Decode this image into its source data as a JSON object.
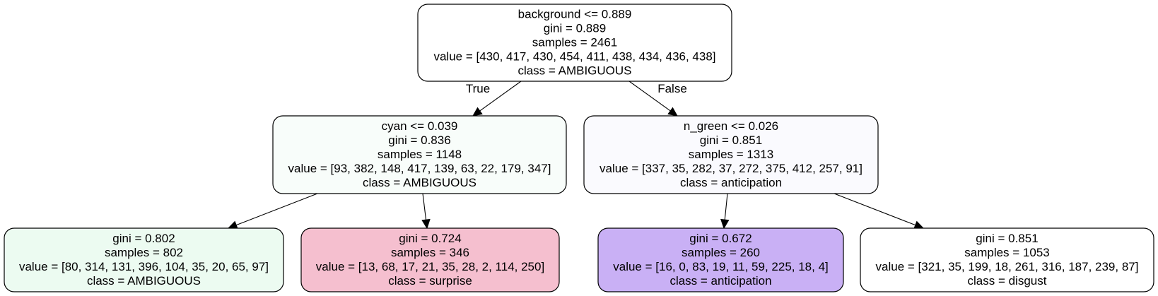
{
  "tree": {
    "nodes": [
      {
        "id": "root",
        "lines": [
          "background <= 0.889",
          "gini = 0.889",
          "samples = 2461",
          "value = [430, 417, 430, 454, 411, 438, 434, 436, 438]",
          "class = AMBIGUOUS"
        ],
        "fill": "#ffffff"
      },
      {
        "id": "left",
        "lines": [
          "cyan <= 0.039",
          "gini = 0.836",
          "samples = 1148",
          "value = [93, 382, 148, 417, 139, 63, 22, 179, 347]",
          "class = AMBIGUOUS"
        ],
        "fill": "#f8fdfa"
      },
      {
        "id": "right",
        "lines": [
          "n_green <= 0.026",
          "gini = 0.851",
          "samples = 1313",
          "value = [337, 35, 282, 37, 272, 375, 412, 257, 91]",
          "class = anticipation"
        ],
        "fill": "#fafafe"
      },
      {
        "id": "ll",
        "lines": [
          "gini = 0.802",
          "samples = 802",
          "value = [80, 314, 131, 396, 104, 35, 20, 65, 97]",
          "class = AMBIGUOUS"
        ],
        "fill": "#ecfbf1"
      },
      {
        "id": "lr",
        "lines": [
          "gini = 0.724",
          "samples = 346",
          "value = [13, 68, 17, 21, 35, 28, 2, 114, 250]",
          "class = surprise"
        ],
        "fill": "#f5bfcf"
      },
      {
        "id": "rl",
        "lines": [
          "gini = 0.672",
          "samples = 260",
          "value = [16, 0, 83, 19, 11, 59, 225, 18, 4]",
          "class = anticipation"
        ],
        "fill": "#c9b0f5"
      },
      {
        "id": "rr",
        "lines": [
          "gini = 0.851",
          "samples = 1053",
          "value = [321, 35, 199, 18, 261, 316, 187, 239, 87]",
          "class = disgust"
        ],
        "fill": "#ffffff"
      }
    ],
    "edges": [
      {
        "from": "root",
        "to": "left",
        "label": "True"
      },
      {
        "from": "root",
        "to": "right",
        "label": "False"
      },
      {
        "from": "left",
        "to": "ll",
        "label": ""
      },
      {
        "from": "left",
        "to": "lr",
        "label": ""
      },
      {
        "from": "right",
        "to": "rl",
        "label": ""
      },
      {
        "from": "right",
        "to": "rr",
        "label": ""
      }
    ]
  }
}
